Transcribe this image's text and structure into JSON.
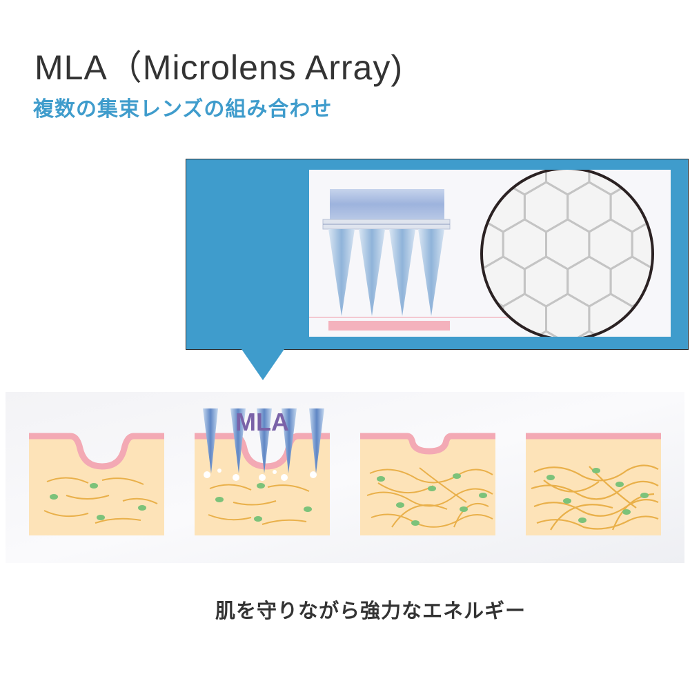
{
  "header": {
    "title": "MLA（Microlens Array)",
    "subtitle": "複数の集束レンズの組み合わせ"
  },
  "diagram": {
    "strip_label": "MLA",
    "stages": [
      "stage-1-indented-skin",
      "stage-2-mla-treatment",
      "stage-3-healing",
      "stage-4-restored"
    ],
    "colors": {
      "accent_blue": "#3f9ccc",
      "skin_surface": "#f3a9b4",
      "skin_tissue": "#fde3b8",
      "collagen_fiber": "#e9b04a",
      "cell": "#7cc27a",
      "mla_label": "#7a62a8"
    }
  },
  "footer": {
    "caption": "肌を守りながら強力なエネルギー"
  }
}
